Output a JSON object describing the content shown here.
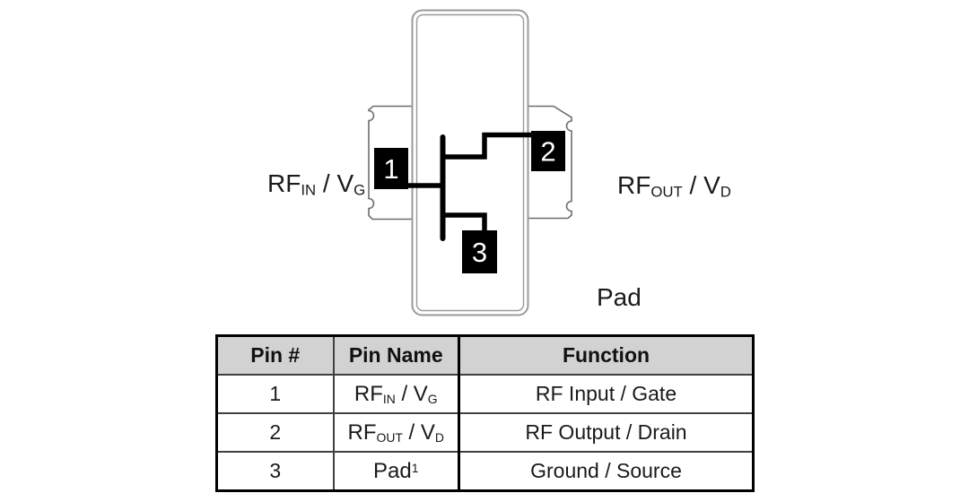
{
  "diagram": {
    "pin_blocks": [
      {
        "number": "1"
      },
      {
        "number": "2"
      },
      {
        "number": "3"
      }
    ],
    "labels": {
      "rf_in": {
        "base": "RF",
        "sub1": "IN",
        "mid": " / V",
        "sub2": "G"
      },
      "rf_out": {
        "base": "RF",
        "sub1": "OUT",
        "mid": " / V",
        "sub2": "D"
      },
      "pad": "Pad"
    }
  },
  "pin_table": {
    "headers": {
      "pin": "Pin #",
      "name": "Pin Name",
      "function": "Function"
    },
    "rows": [
      {
        "pin": "1",
        "name": {
          "base": "RF",
          "sub1": "IN",
          "mid": " / V",
          "sub2": "G"
        },
        "function": "RF Input / Gate"
      },
      {
        "pin": "2",
        "name": {
          "base": "RF",
          "sub1": "OUT",
          "mid": " / V",
          "sub2": "D"
        },
        "function": "RF Output / Drain"
      },
      {
        "pin": "3",
        "name": {
          "base": "Pad",
          "sup": "1"
        },
        "function": "Ground / Source"
      }
    ]
  },
  "colors": {
    "pin_block": "#000000",
    "pin_number_text": "#ffffff",
    "package_outline": "#9a9a9a",
    "tab_outline": "#6e6e6e",
    "symbol_line": "#000000",
    "table_header_bg": "#d2d2d2",
    "table_outer_border": "#000000",
    "table_inner_border": "#404040",
    "text": "#1a1a1a",
    "background": "#ffffff"
  }
}
